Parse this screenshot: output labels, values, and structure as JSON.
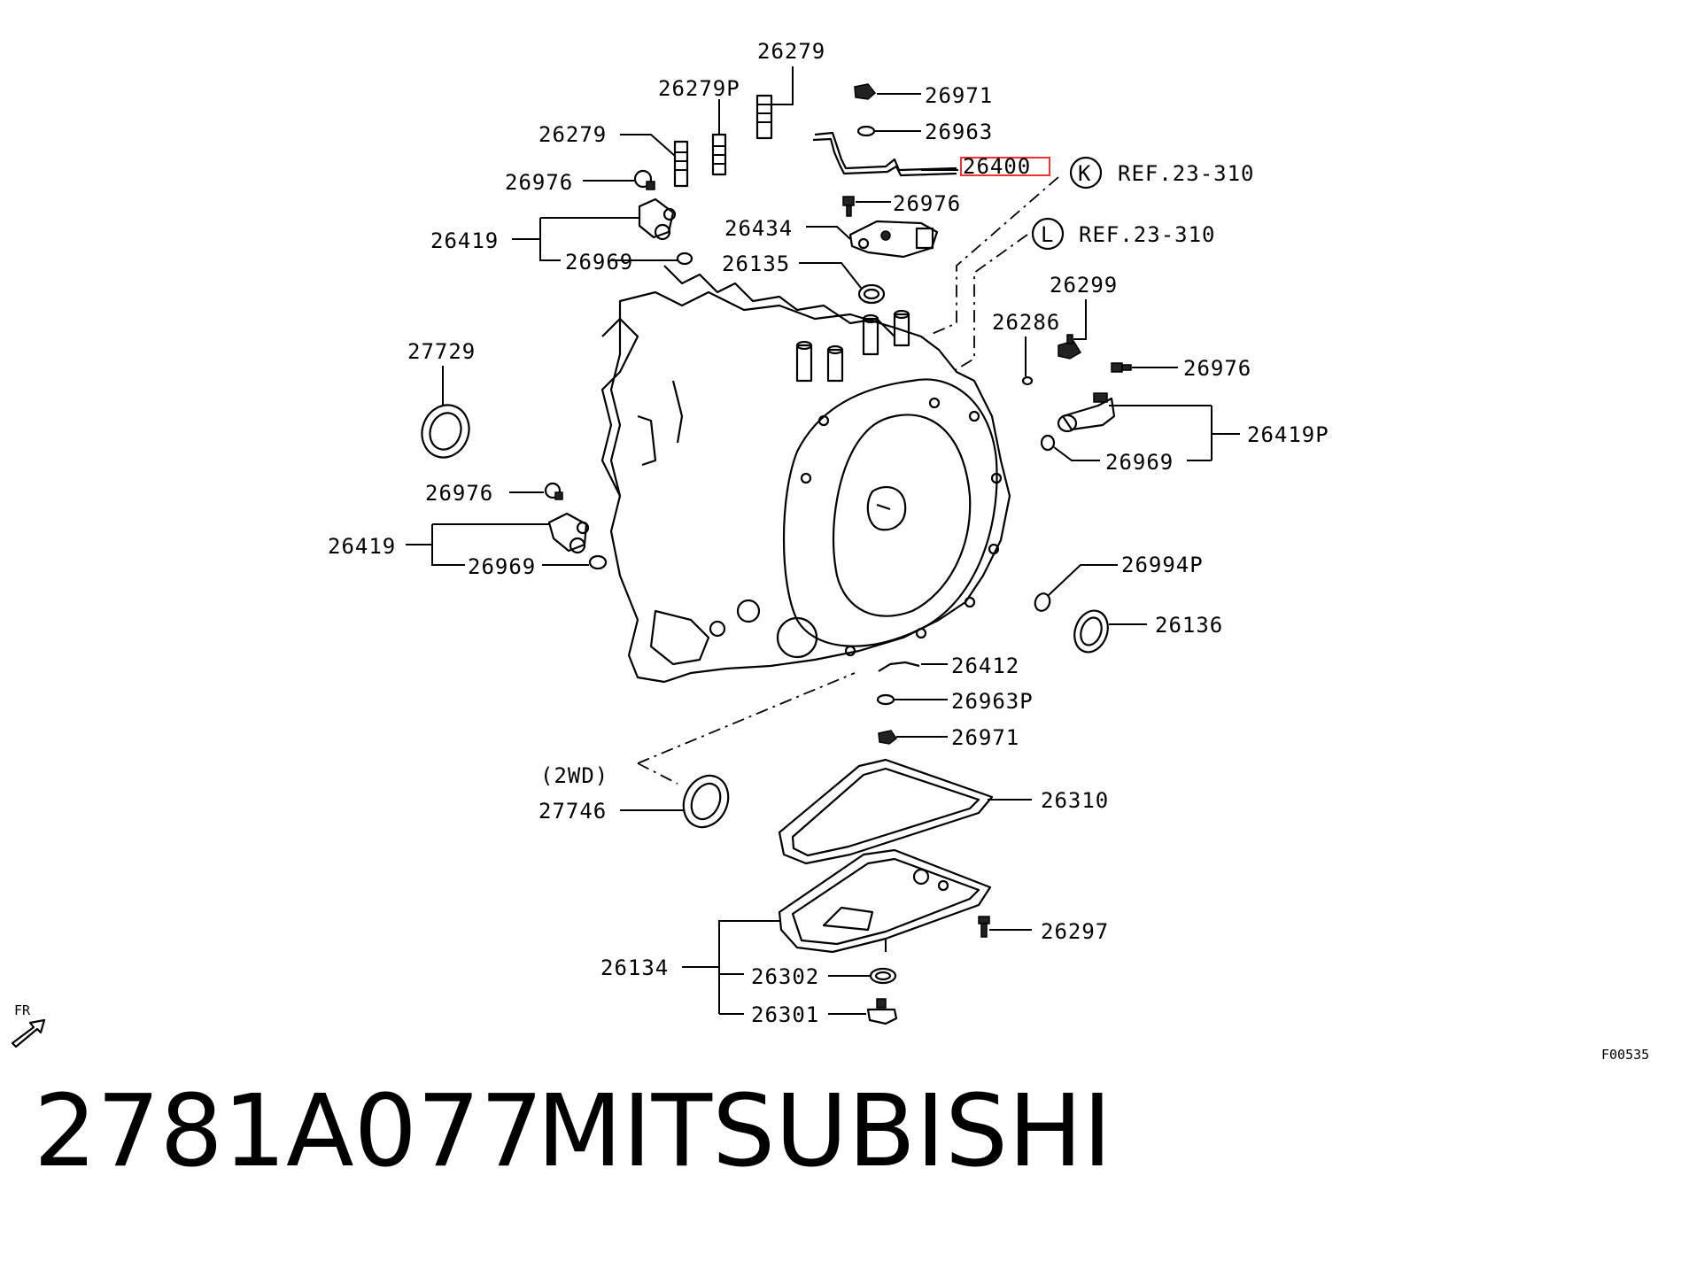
{
  "labels": {
    "p26279_top": "26279",
    "p26279p": "26279P",
    "p26279_left": "26279",
    "p26976_a": "26976",
    "p26419_a": "26419",
    "p26969_a": "26969",
    "p26971_top": "26971",
    "p26963": "26963",
    "p26400": "26400",
    "ref_k_letter": "K",
    "ref_k": "REF.23-310",
    "ref_l_letter": "L",
    "ref_l": "REF.23-310",
    "p26976_b": "26976",
    "p26434": "26434",
    "p26135": "26135",
    "p26299": "26299",
    "p26286": "26286",
    "p26976_c": "26976",
    "p26419p": "26419P",
    "p26969_c": "26969",
    "p27729": "27729",
    "p26976_d": "26976",
    "p26419_d": "26419",
    "p26969_d": "26969",
    "p26994p": "26994P",
    "p26136": "26136",
    "p26412": "26412",
    "p26963p": "26963P",
    "p26971_bot": "26971",
    "p2wd": "(2WD)",
    "p27746": "27746",
    "p26310": "26310",
    "p26297": "26297",
    "p26134": "26134",
    "p26302": "26302",
    "p26301": "26301",
    "fr": "FR",
    "code": "F00535"
  },
  "highlight": {
    "part": "26400",
    "color": "#e33333"
  },
  "title": {
    "number": "2781A077",
    "brand": "MITSUBISHI"
  }
}
